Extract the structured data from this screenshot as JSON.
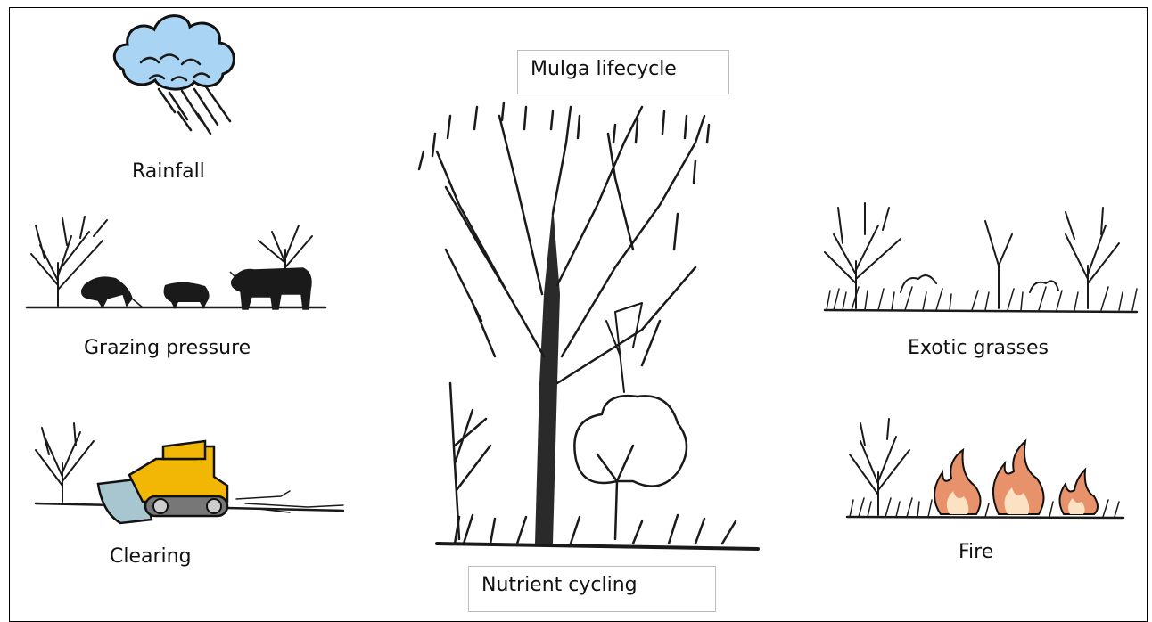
{
  "title": "Mulga lifecycle",
  "center_bottom": "Nutrient cycling",
  "factors": {
    "rainfall": "Rainfall",
    "grazing": "Grazing pressure",
    "clearing": "Clearing",
    "exotic": "Exotic grasses",
    "fire": "Fire"
  },
  "colors": {
    "cloud": "#a9d4f3",
    "bulldozer": "#f2b705",
    "blade": "#a7c6cf",
    "flame_outer": "#e8926b",
    "flame_inner": "#fce2c2"
  },
  "icons": [
    "rain-cloud-icon",
    "grazing-animals-icon",
    "bulldozer-icon",
    "mulga-tree-icon",
    "exotic-grasses-icon",
    "fire-icon"
  ]
}
